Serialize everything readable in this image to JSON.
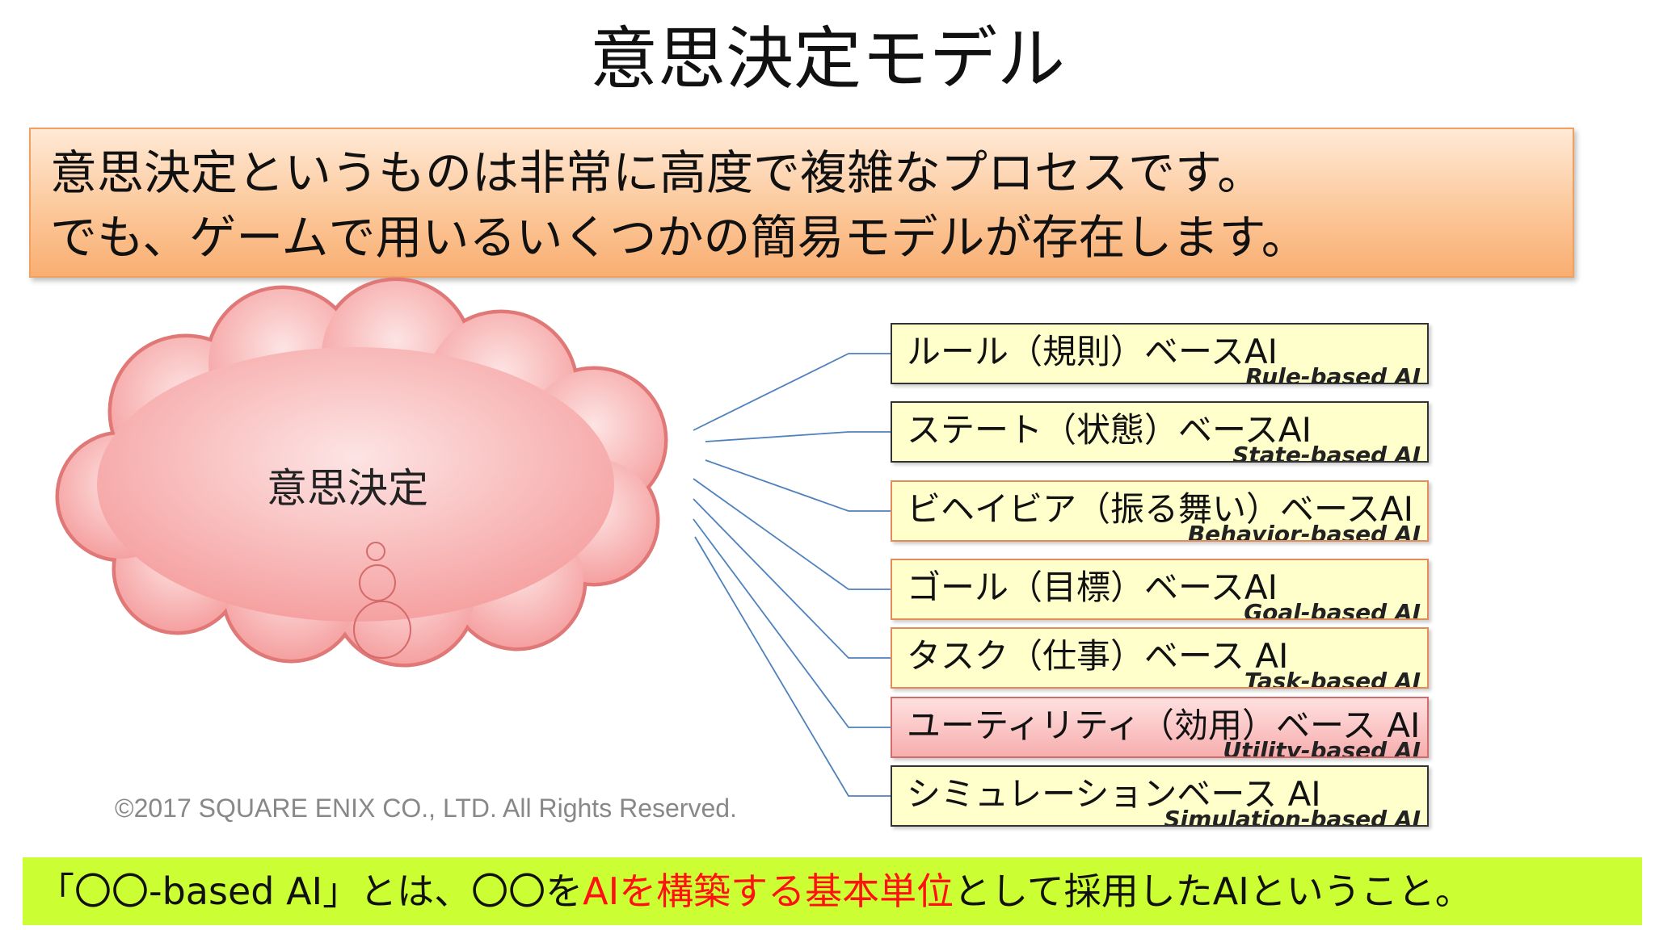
{
  "title": "意思決定モデル",
  "intro": {
    "line1": "意思決定というものは非常に高度で複雑なプロセスです。",
    "line2": "でも、ゲームで用いるいくつかの簡易モデルが存在します。"
  },
  "cloud_label": "意思決定",
  "models": [
    {
      "jp": "ルール（規則）ベースAI",
      "en": "Rule-based AI",
      "style": "plain"
    },
    {
      "jp": "ステート（状態）ベースAI",
      "en": "State-based AI",
      "style": "plain"
    },
    {
      "jp": "ビヘイビア（振る舞い）ベースAI",
      "en": "Behavior-based AI",
      "style": "orange"
    },
    {
      "jp": "ゴール（目標）ベースAI",
      "en": "Goal-based AI",
      "style": "orange"
    },
    {
      "jp": "タスク（仕事）ベース AI",
      "en": "Task-based AI",
      "style": "orange"
    },
    {
      "jp": "ユーティリティ（効用）ベース AI",
      "en": "Utility-based AI",
      "style": "pink"
    },
    {
      "jp": "シミュレーションベース AI",
      "en": "Simulation-based AI",
      "style": "plain"
    }
  ],
  "copyright": "©2017 SQUARE ENIX CO., LTD. All Rights Reserved.",
  "footer": {
    "part1": "「〇〇-based AI」とは、〇〇を",
    "part2": "AIを構築する基本単位",
    "part3": "として採用したAIということ。"
  },
  "colors": {
    "cloud_fill": "#f9b3b3",
    "cloud_stroke": "#e07878",
    "connector": "#4f81bd",
    "box_fill": "#ffffcc",
    "footer_bg": "#ccff33",
    "highlight": "#ff1111"
  }
}
